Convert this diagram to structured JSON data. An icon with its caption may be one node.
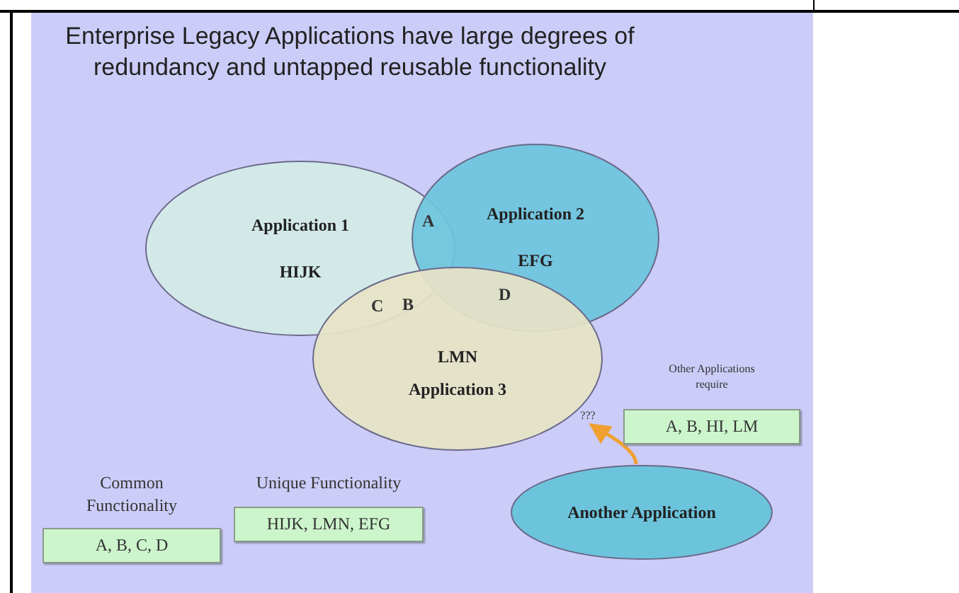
{
  "diagram": {
    "title": "Enterprise Legacy Applications have large degrees of redundancy and untapped reusable functionality",
    "nodes": [
      {
        "text": [
          "Application 1",
          "HIJK"
        ]
      },
      {
        "text": [
          "Application 2",
          "EFG"
        ]
      },
      {
        "text": [
          "LMN",
          "Application 3"
        ]
      },
      {
        "text": [
          "Other Applications require",
          "A, B, HI, LM"
        ]
      },
      {
        "text": [
          "???"
        ]
      },
      {
        "text": [
          "Another Application"
        ]
      },
      {
        "text": [
          "Common Functionality",
          "A, B, C, D"
        ]
      },
      {
        "text": [
          "Unique Functionality",
          "HIJK, LMN, EFG"
        ]
      }
    ],
    "edges": [
      {
        "from": 5,
        "to": 4,
        "arrow": "to",
        "color": "#f0a030"
      }
    ],
    "labels": [
      "A",
      "C",
      "B",
      "D"
    ]
  }
}
